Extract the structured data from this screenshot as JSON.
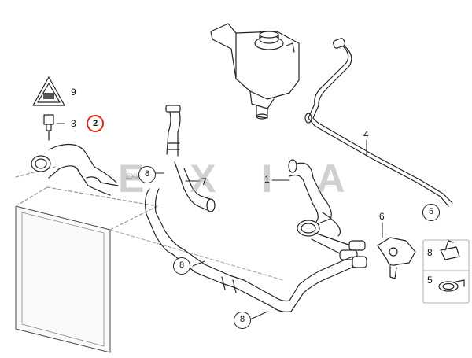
{
  "diagram": {
    "parts": {
      "p1": "1",
      "p2": "2",
      "p3": "3",
      "p4": "4",
      "p5_top": "5",
      "p5_bottom": "5",
      "p6": "6",
      "p7": "7",
      "p8_a": "8",
      "p8_b": "8",
      "p8_c": "8",
      "p8_right": "8",
      "p9": "9"
    },
    "watermark": "E X I A",
    "watermark_small": "EXIA",
    "highlight_color": "#d12a1a",
    "line_color": "#222222"
  }
}
